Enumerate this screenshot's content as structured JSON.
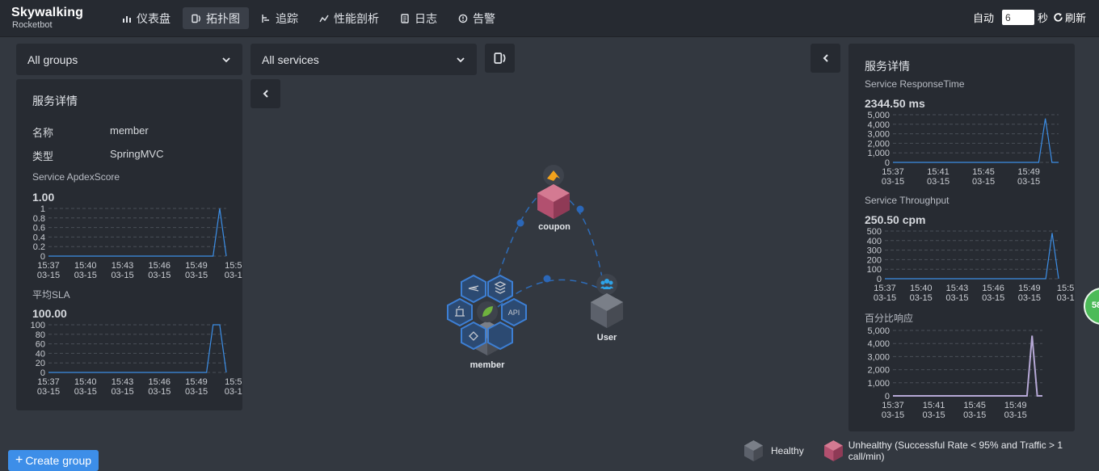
{
  "brand": {
    "name": "Skywalking",
    "sub": "Rocketbot"
  },
  "nav": [
    {
      "label": "仪表盘",
      "icon": "dashboard-icon"
    },
    {
      "label": "拓扑图",
      "icon": "topology-icon",
      "active": true
    },
    {
      "label": "追踪",
      "icon": "trace-icon"
    },
    {
      "label": "性能剖析",
      "icon": "profile-icon"
    },
    {
      "label": "日志",
      "icon": "log-icon"
    },
    {
      "label": "告警",
      "icon": "alarm-icon"
    }
  ],
  "refresh": {
    "auto_label": "自动",
    "interval": "6",
    "unit": "秒",
    "refresh_label": "刷新"
  },
  "groups_select": {
    "value": "All groups"
  },
  "services_select": {
    "value": "All services"
  },
  "left_panel": {
    "title": "服务详情",
    "name_label": "名称",
    "name_value": "member",
    "type_label": "类型",
    "type_value": "SpringMVC",
    "apdex_label": "Service ApdexScore",
    "apdex_value": "1.00",
    "sla_label": "平均SLA",
    "sla_value": "100.00"
  },
  "right_panel": {
    "title": "服务详情",
    "resp_label": "Service ResponseTime",
    "resp_value": "2344.50 ms",
    "thr_label": "Service Throughput",
    "thr_value": "250.50 cpm",
    "pct_label": "百分比响应"
  },
  "topology": {
    "nodes": [
      {
        "name": "coupon",
        "status": "unhealthy"
      },
      {
        "name": "User",
        "status": "healthy"
      },
      {
        "name": "member",
        "status": "healthy"
      }
    ]
  },
  "legend": {
    "healthy": "Healthy",
    "unhealthy": "Unhealthy (Successful Rate < 95% and Traffic > 1 call/min)"
  },
  "create_group": "Create group",
  "bubble": "58",
  "colors": {
    "line": "#3c8ee6",
    "percentile": "#b6a8d6",
    "unhealthy": "#b2506f",
    "healthy": "#5c616b",
    "accent": "#3d8ee8"
  },
  "chart_data": [
    {
      "type": "line",
      "title": "Service ApdexScore",
      "categories": [
        "15:37 03-15",
        "15:40 03-15",
        "15:43 03-15",
        "15:46 03-15",
        "15:49 03-15",
        "15:5 03-1"
      ],
      "yticks": [
        "1",
        "0.8",
        "0.6",
        "0.4",
        "0.2",
        "0"
      ],
      "ylim": [
        0,
        1
      ],
      "series": [
        {
          "values": [
            0,
            0,
            0,
            0,
            0,
            0,
            0,
            0,
            0,
            0,
            0,
            0,
            0,
            0,
            0,
            0,
            0,
            0,
            0,
            0,
            0,
            0,
            0,
            0,
            0,
            0,
            1,
            0
          ]
        }
      ]
    },
    {
      "type": "line",
      "title": "平均SLA",
      "categories": [
        "15:37 03-15",
        "15:40 03-15",
        "15:43 03-15",
        "15:46 03-15",
        "15:49 03-15",
        "15:5 03-1"
      ],
      "yticks": [
        "100",
        "80",
        "60",
        "40",
        "20",
        "0"
      ],
      "ylim": [
        0,
        100
      ],
      "series": [
        {
          "values": [
            0,
            0,
            0,
            0,
            0,
            0,
            0,
            0,
            0,
            0,
            0,
            0,
            0,
            0,
            0,
            0,
            0,
            0,
            0,
            0,
            0,
            0,
            0,
            0,
            0,
            100,
            100,
            0
          ]
        }
      ]
    },
    {
      "type": "line",
      "title": "Service ResponseTime",
      "categories": [
        "15:37 03-15",
        "15:41 03-15",
        "15:45 03-15",
        "15:49 03-15"
      ],
      "yticks": [
        "5,000",
        "4,000",
        "3,000",
        "2,000",
        "1,000",
        "0"
      ],
      "ylim": [
        0,
        5000
      ],
      "series": [
        {
          "values": [
            0,
            0,
            0,
            0,
            0,
            0,
            0,
            0,
            0,
            0,
            0,
            0,
            0,
            0,
            0,
            0,
            0,
            0,
            0,
            0,
            0,
            0,
            0,
            4600,
            0,
            0
          ]
        }
      ]
    },
    {
      "type": "line",
      "title": "Service Throughput",
      "categories": [
        "15:37 03-15",
        "15:40 03-15",
        "15:43 03-15",
        "15:46 03-15",
        "15:49 03-15",
        "15:5 03-1"
      ],
      "yticks": [
        "500",
        "400",
        "300",
        "200",
        "100",
        "0"
      ],
      "ylim": [
        0,
        500
      ],
      "series": [
        {
          "values": [
            0,
            0,
            0,
            0,
            0,
            0,
            0,
            0,
            0,
            0,
            0,
            0,
            0,
            0,
            0,
            0,
            0,
            0,
            0,
            0,
            0,
            0,
            0,
            0,
            0,
            0,
            480,
            0
          ]
        }
      ]
    },
    {
      "type": "line",
      "title": "百分比响应",
      "categories": [
        "15:37 03-15",
        "15:41 03-15",
        "15:45 03-15",
        "15:49 03-15"
      ],
      "yticks": [
        "5,000",
        "4,000",
        "3,000",
        "2,000",
        "1,000",
        "0"
      ],
      "ylim": [
        0,
        5000
      ],
      "series": [
        {
          "values": [
            0,
            0,
            0,
            0,
            0,
            0,
            0,
            0,
            0,
            0,
            0,
            0,
            0,
            0,
            0,
            0,
            0,
            0,
            0,
            0,
            0,
            0,
            0,
            0,
            0,
            0,
            0,
            4600,
            0,
            0
          ]
        }
      ]
    }
  ]
}
